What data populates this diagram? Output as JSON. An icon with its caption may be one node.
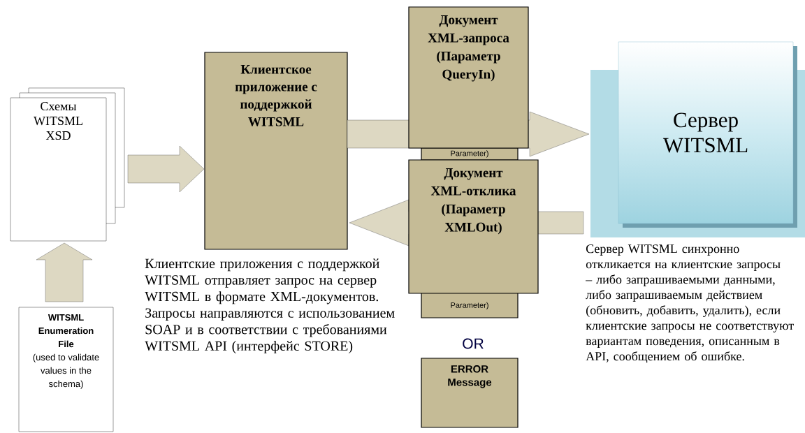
{
  "diagram": {
    "nodes": [
      {
        "text": [
          "Схемы WITSML XSD"
        ]
      },
      {
        "text": [
          "WITSML Enumeration File",
          "(used to validate values in the schema)"
        ]
      },
      {
        "text": [
          "Клиентское приложение с поддержкой WITSML"
        ],
        "beside": [
          "Клиентские приложения с поддержкой  WITSML отправляет запрос на сервер WITSML в формате XML-документов. Запросы направляются с использованием SOAP и в соответствии с требованиями  WITSML API (интерфейс STORE)"
        ]
      },
      {
        "text": [
          "Parameter)"
        ]
      },
      {
        "text": [
          "Документ XML-запроса (Параметр QueryIn)"
        ]
      },
      {
        "text": [
          "Parameter)"
        ]
      },
      {
        "text": [
          "Документ XML-отклика (Параметр XMLOut)"
        ]
      },
      {
        "text": [
          "ERROR Message"
        ]
      },
      {
        "text": [],
        "shape": "box"
      },
      {
        "text": [
          "Сервер WITSML"
        ],
        "in": 8,
        "beside": [
          "Сервер WITSML синхронно откликается на клиентские запросы – либо запрашиваемыми данными, либо запрашиваемым действием (обновить,  добавить, удалить), если клиентские запросы не соответствуют  вариантам поведения, описанным в API, сообщением об ошибке."
        ]
      }
    ],
    "edges": [
      {
        "from": 1,
        "to": 0,
        "arrow": "to"
      },
      {
        "from": 0,
        "to": 2,
        "arrow": "to"
      },
      {
        "from": 2,
        "to": 8,
        "arrow": "to"
      },
      {
        "from": 8,
        "to": 2,
        "arrow": "to"
      }
    ],
    "labels": [
      "OR"
    ]
  }
}
